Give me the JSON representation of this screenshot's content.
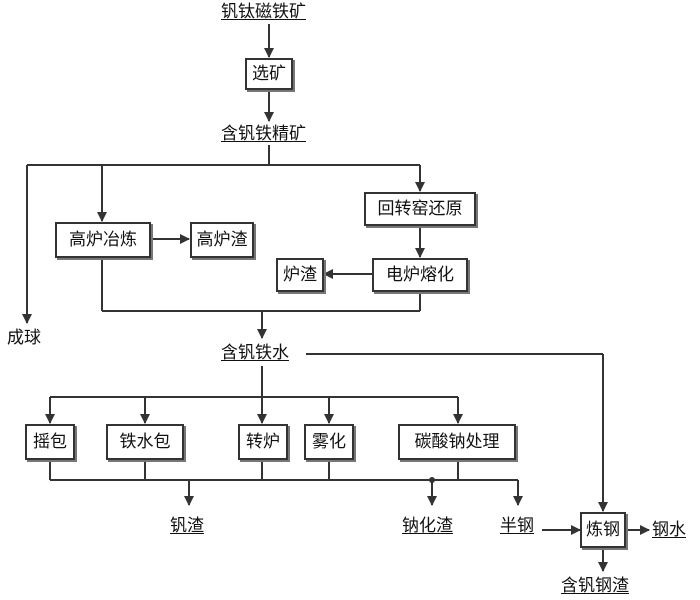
{
  "nodes": {
    "ore": "钒钛磁铁矿",
    "beneficiation": "选矿",
    "concentrate": "含钒铁精矿",
    "pelletizing": "成球",
    "blast_furnace": "高炉冶炼",
    "bf_slag": "高炉渣",
    "rotary_kiln": "回转窑还原",
    "electric_melting": "电炉熔化",
    "furnace_slag": "炉渣",
    "hot_metal": "含钒铁水",
    "shaking_ladle": "摇包",
    "hot_metal_ladle": "铁水包",
    "converter": "转炉",
    "atomization": "雾化",
    "soda_treatment": "碳酸钠处理",
    "vanadium_slag": "钒渣",
    "sodium_slag": "钠化渣",
    "semi_steel": "半钢",
    "steelmaking": "炼钢",
    "molten_steel": "钢水",
    "vanadium_steel_slag": "含钒钢渣"
  },
  "colors": {
    "line": "#333333",
    "box_border": "#333333",
    "shadow": "#777777"
  }
}
